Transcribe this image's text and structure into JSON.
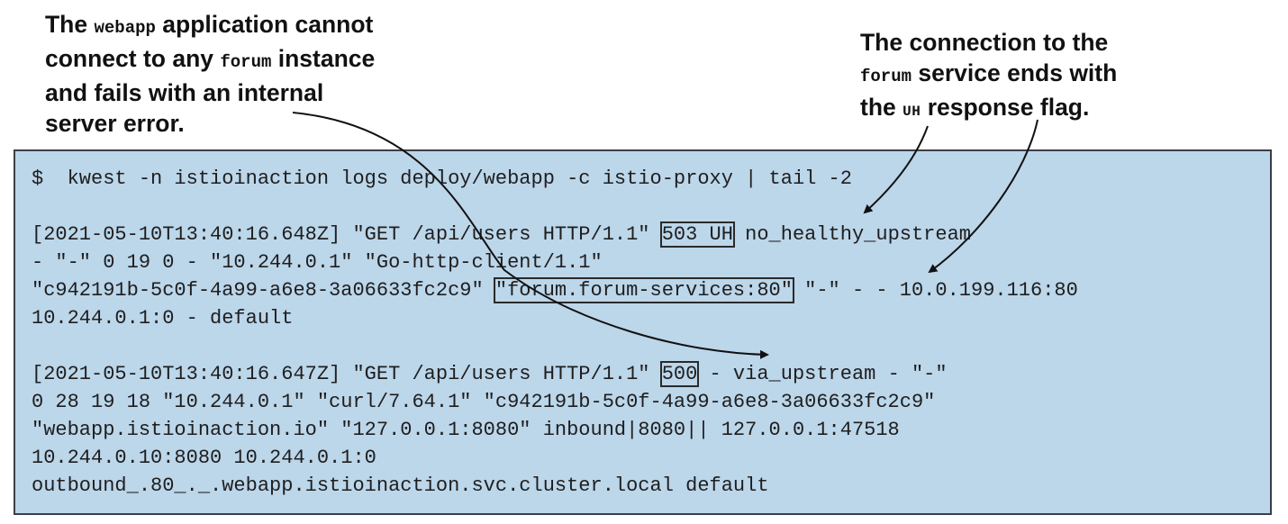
{
  "callouts": {
    "left": {
      "l1_a": "The ",
      "l1_code": "webapp",
      "l1_b": " application cannot",
      "l2_a": "connect to any ",
      "l2_code": "forum",
      "l2_b": " instance",
      "l3": "and fails with an internal",
      "l4": "server error."
    },
    "right": {
      "l1": "The connection to the",
      "l2_code": "forum",
      "l2_b": " service ends with",
      "l3_a": "the ",
      "l3_code": "UH",
      "l3_b": " response flag."
    }
  },
  "terminal": {
    "command": "$  kwest -n istioinaction logs deploy/webapp -c istio-proxy | tail -2",
    "entry1": {
      "l1_a": "[2021-05-10T13:40:16.648Z] \"GET /api/users HTTP/1.1\" ",
      "l1_boxed": "503 UH",
      "l1_b": " no_healthy_upstream",
      "l2": "- \"-\" 0 19 0 - \"10.244.0.1\" \"Go-http-client/1.1\"",
      "l3_a": "\"c942191b-5c0f-4a99-a6e8-3a06633fc2c9\" ",
      "l3_boxed": "\"forum.forum-services:80\"",
      "l3_b": " \"-\" - - 10.0.199.116:80",
      "l4": "10.244.0.1:0 - default"
    },
    "entry2": {
      "l1_a": "[2021-05-10T13:40:16.647Z] \"GET /api/users HTTP/1.1\" ",
      "l1_boxed": "500",
      "l1_b": " - via_upstream - \"-\"",
      "l2": "0 28 19 18 \"10.244.0.1\" \"curl/7.64.1\" \"c942191b-5c0f-4a99-a6e8-3a06633fc2c9\"",
      "l3": "\"webapp.istioinaction.io\" \"127.0.0.1:8080\" inbound|8080|| 127.0.0.1:47518",
      "l4": "10.244.0.10:8080 10.244.0.1:0",
      "l5": "outbound_.80_._.webapp.istioinaction.svc.cluster.local default"
    }
  }
}
